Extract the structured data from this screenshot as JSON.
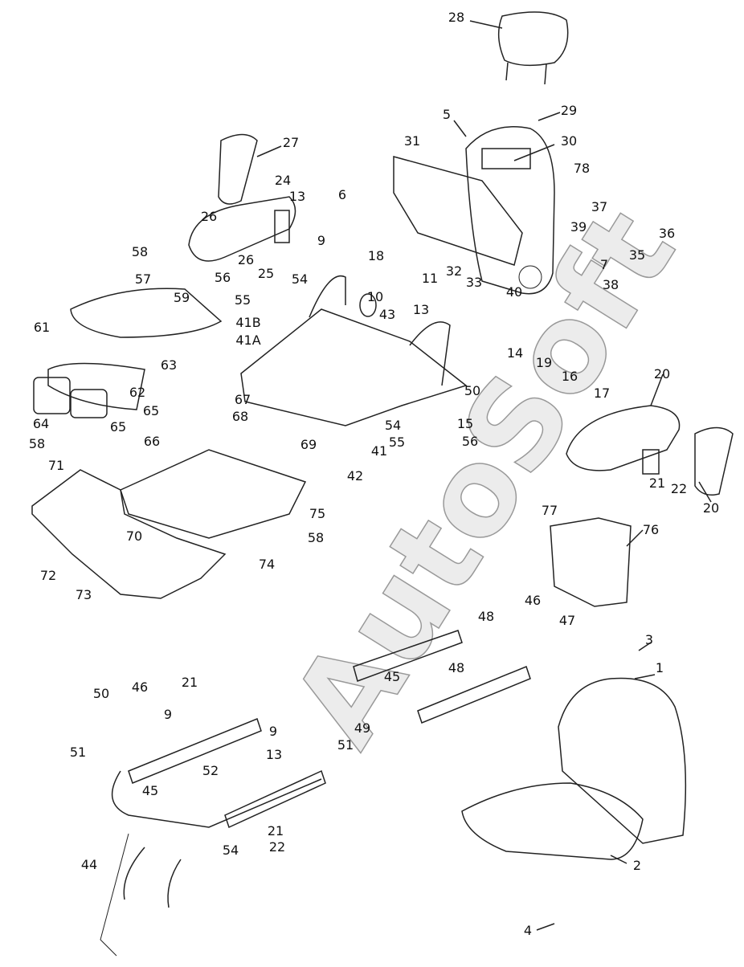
{
  "diagram": {
    "watermark": "AutoSoft",
    "callouts": [
      "28",
      "29",
      "5",
      "30",
      "27",
      "31",
      "78",
      "24",
      "6",
      "13",
      "37",
      "26",
      "36",
      "9",
      "39",
      "58",
      "18",
      "11",
      "35",
      "26",
      "25",
      "32",
      "33",
      "7",
      "57",
      "56",
      "54",
      "40",
      "38",
      "10",
      "55",
      "59",
      "43",
      "41B",
      "13",
      "41A",
      "61",
      "14",
      "19",
      "16",
      "20",
      "63",
      "50",
      "17",
      "62",
      "67",
      "68",
      "65",
      "64",
      "65",
      "15",
      "54",
      "66",
      "55",
      "56",
      "69",
      "41",
      "58",
      "71",
      "42",
      "21",
      "22",
      "20",
      "77",
      "75",
      "76",
      "58",
      "70",
      "74",
      "72",
      "73",
      "48",
      "46",
      "47",
      "48",
      "3",
      "1",
      "45",
      "50",
      "46",
      "21",
      "9",
      "9",
      "49",
      "13",
      "51",
      "51",
      "52",
      "45",
      "21",
      "22",
      "54",
      "2",
      "44",
      "4"
    ]
  }
}
